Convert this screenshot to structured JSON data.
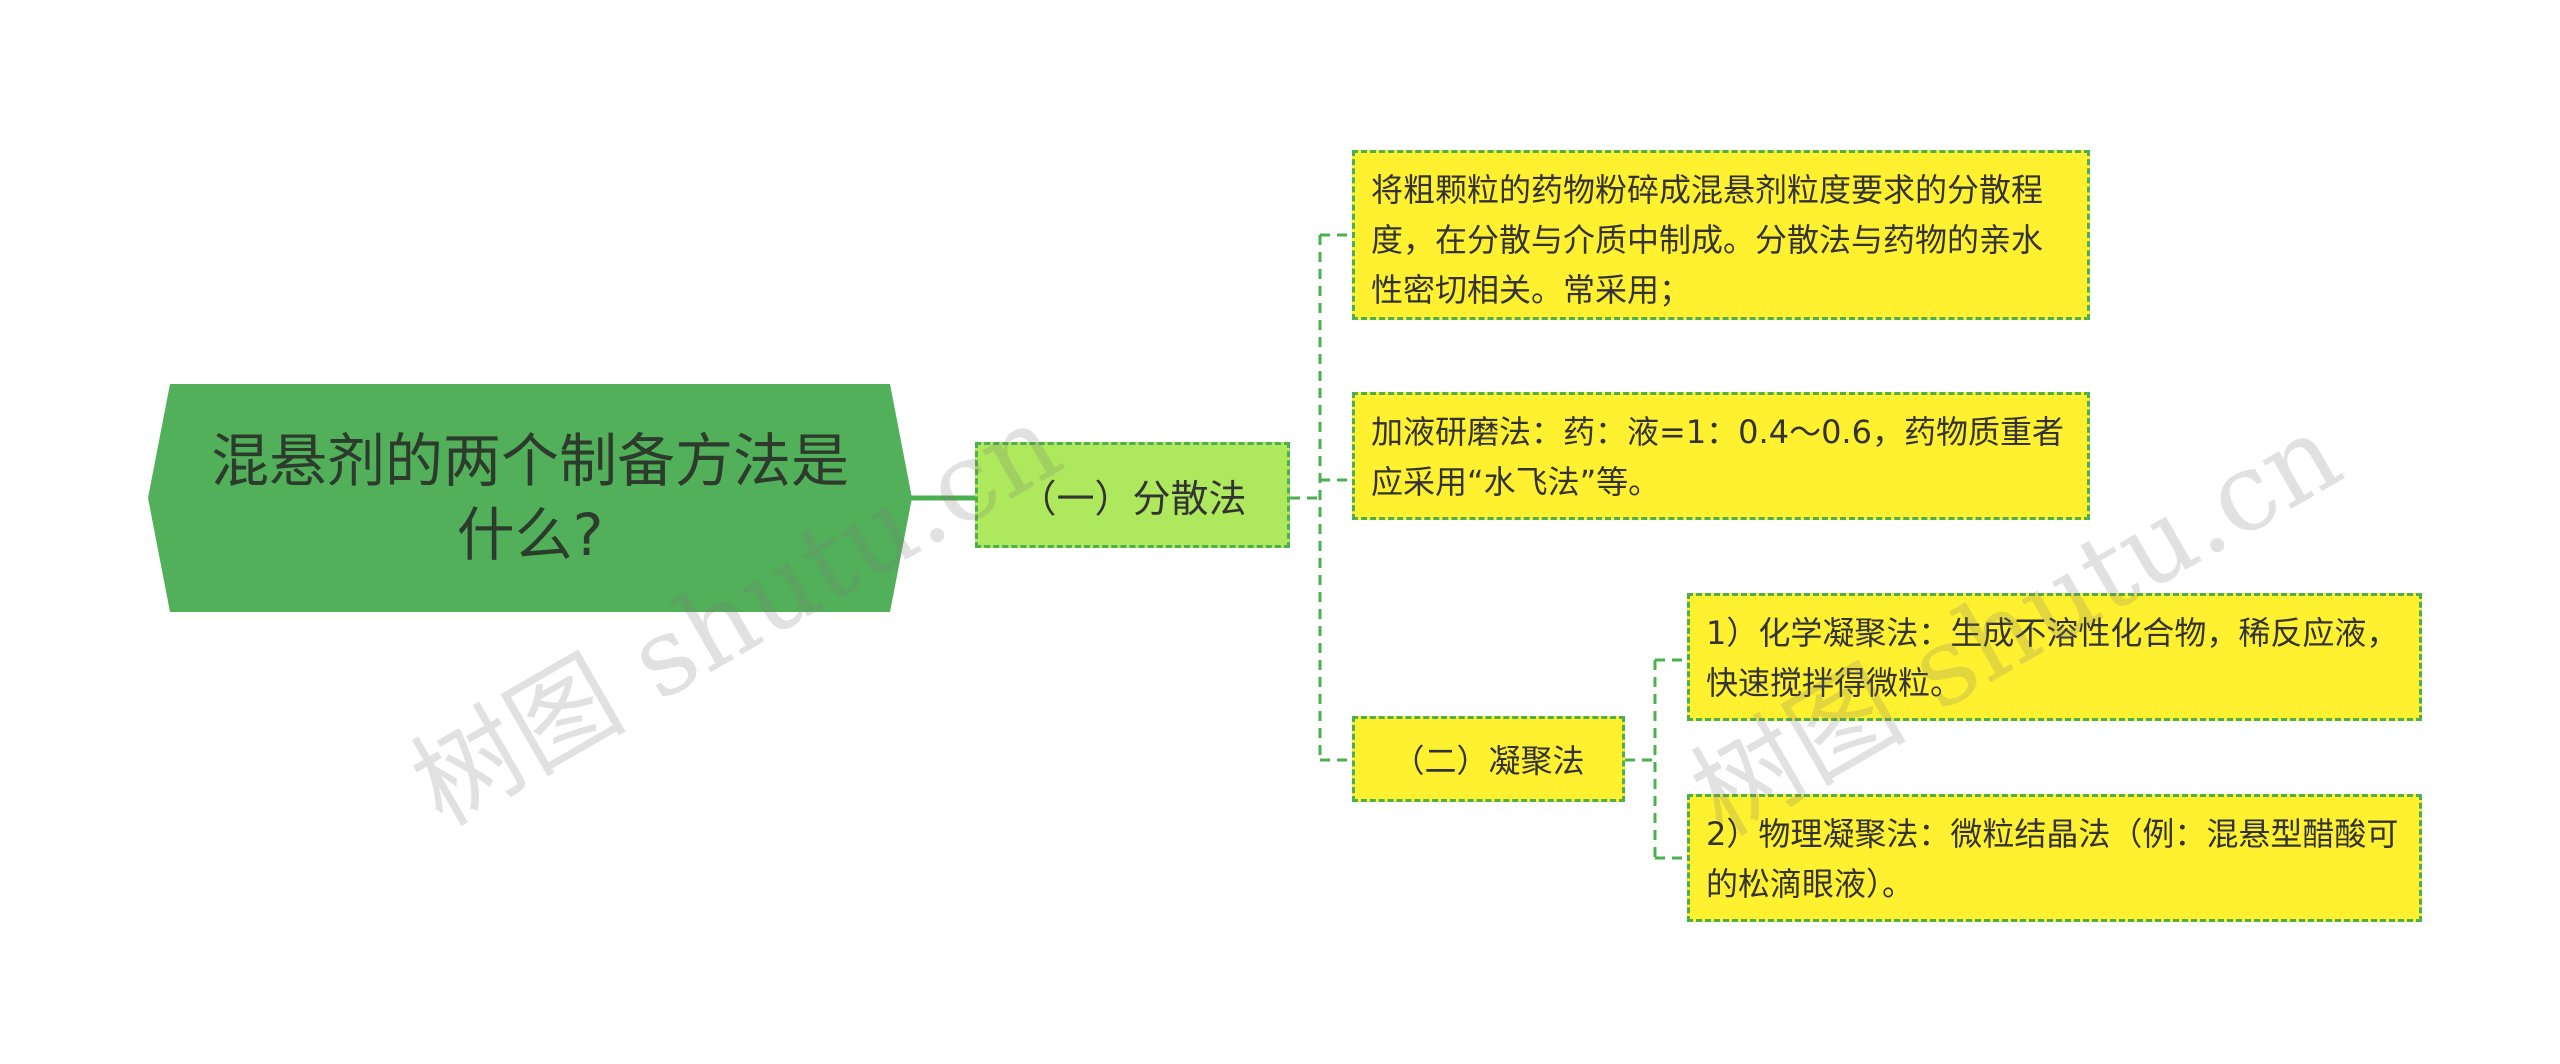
{
  "root": {
    "text": "混悬剂的两个制备方法是什么?"
  },
  "branches": [
    {
      "label": "（一）分散法",
      "children": [
        "将粗颗粒的药物粉碎成混悬剂粒度要求的分散程度，在分散与介质中制成。分散法与药物的亲水性密切相关。常采用；",
        "加液研磨法：药：液=1：0.4～0.6，药物质重者应采用“水飞法”等。"
      ]
    },
    {
      "label": "（二）凝聚法",
      "children": [
        "1）化学凝聚法：生成不溶性化合物，稀反应液，快速搅拌得微粒。",
        "2）物理凝聚法：微粒结晶法（例：混悬型醋酸可的松滴眼液）。"
      ]
    }
  ],
  "watermark": "树图 shutu.cn",
  "colors": {
    "root_fill": "#52b05a",
    "level1_fill": "#aee85d",
    "leaf_fill": "#fff12f",
    "border": "#4caf50"
  }
}
